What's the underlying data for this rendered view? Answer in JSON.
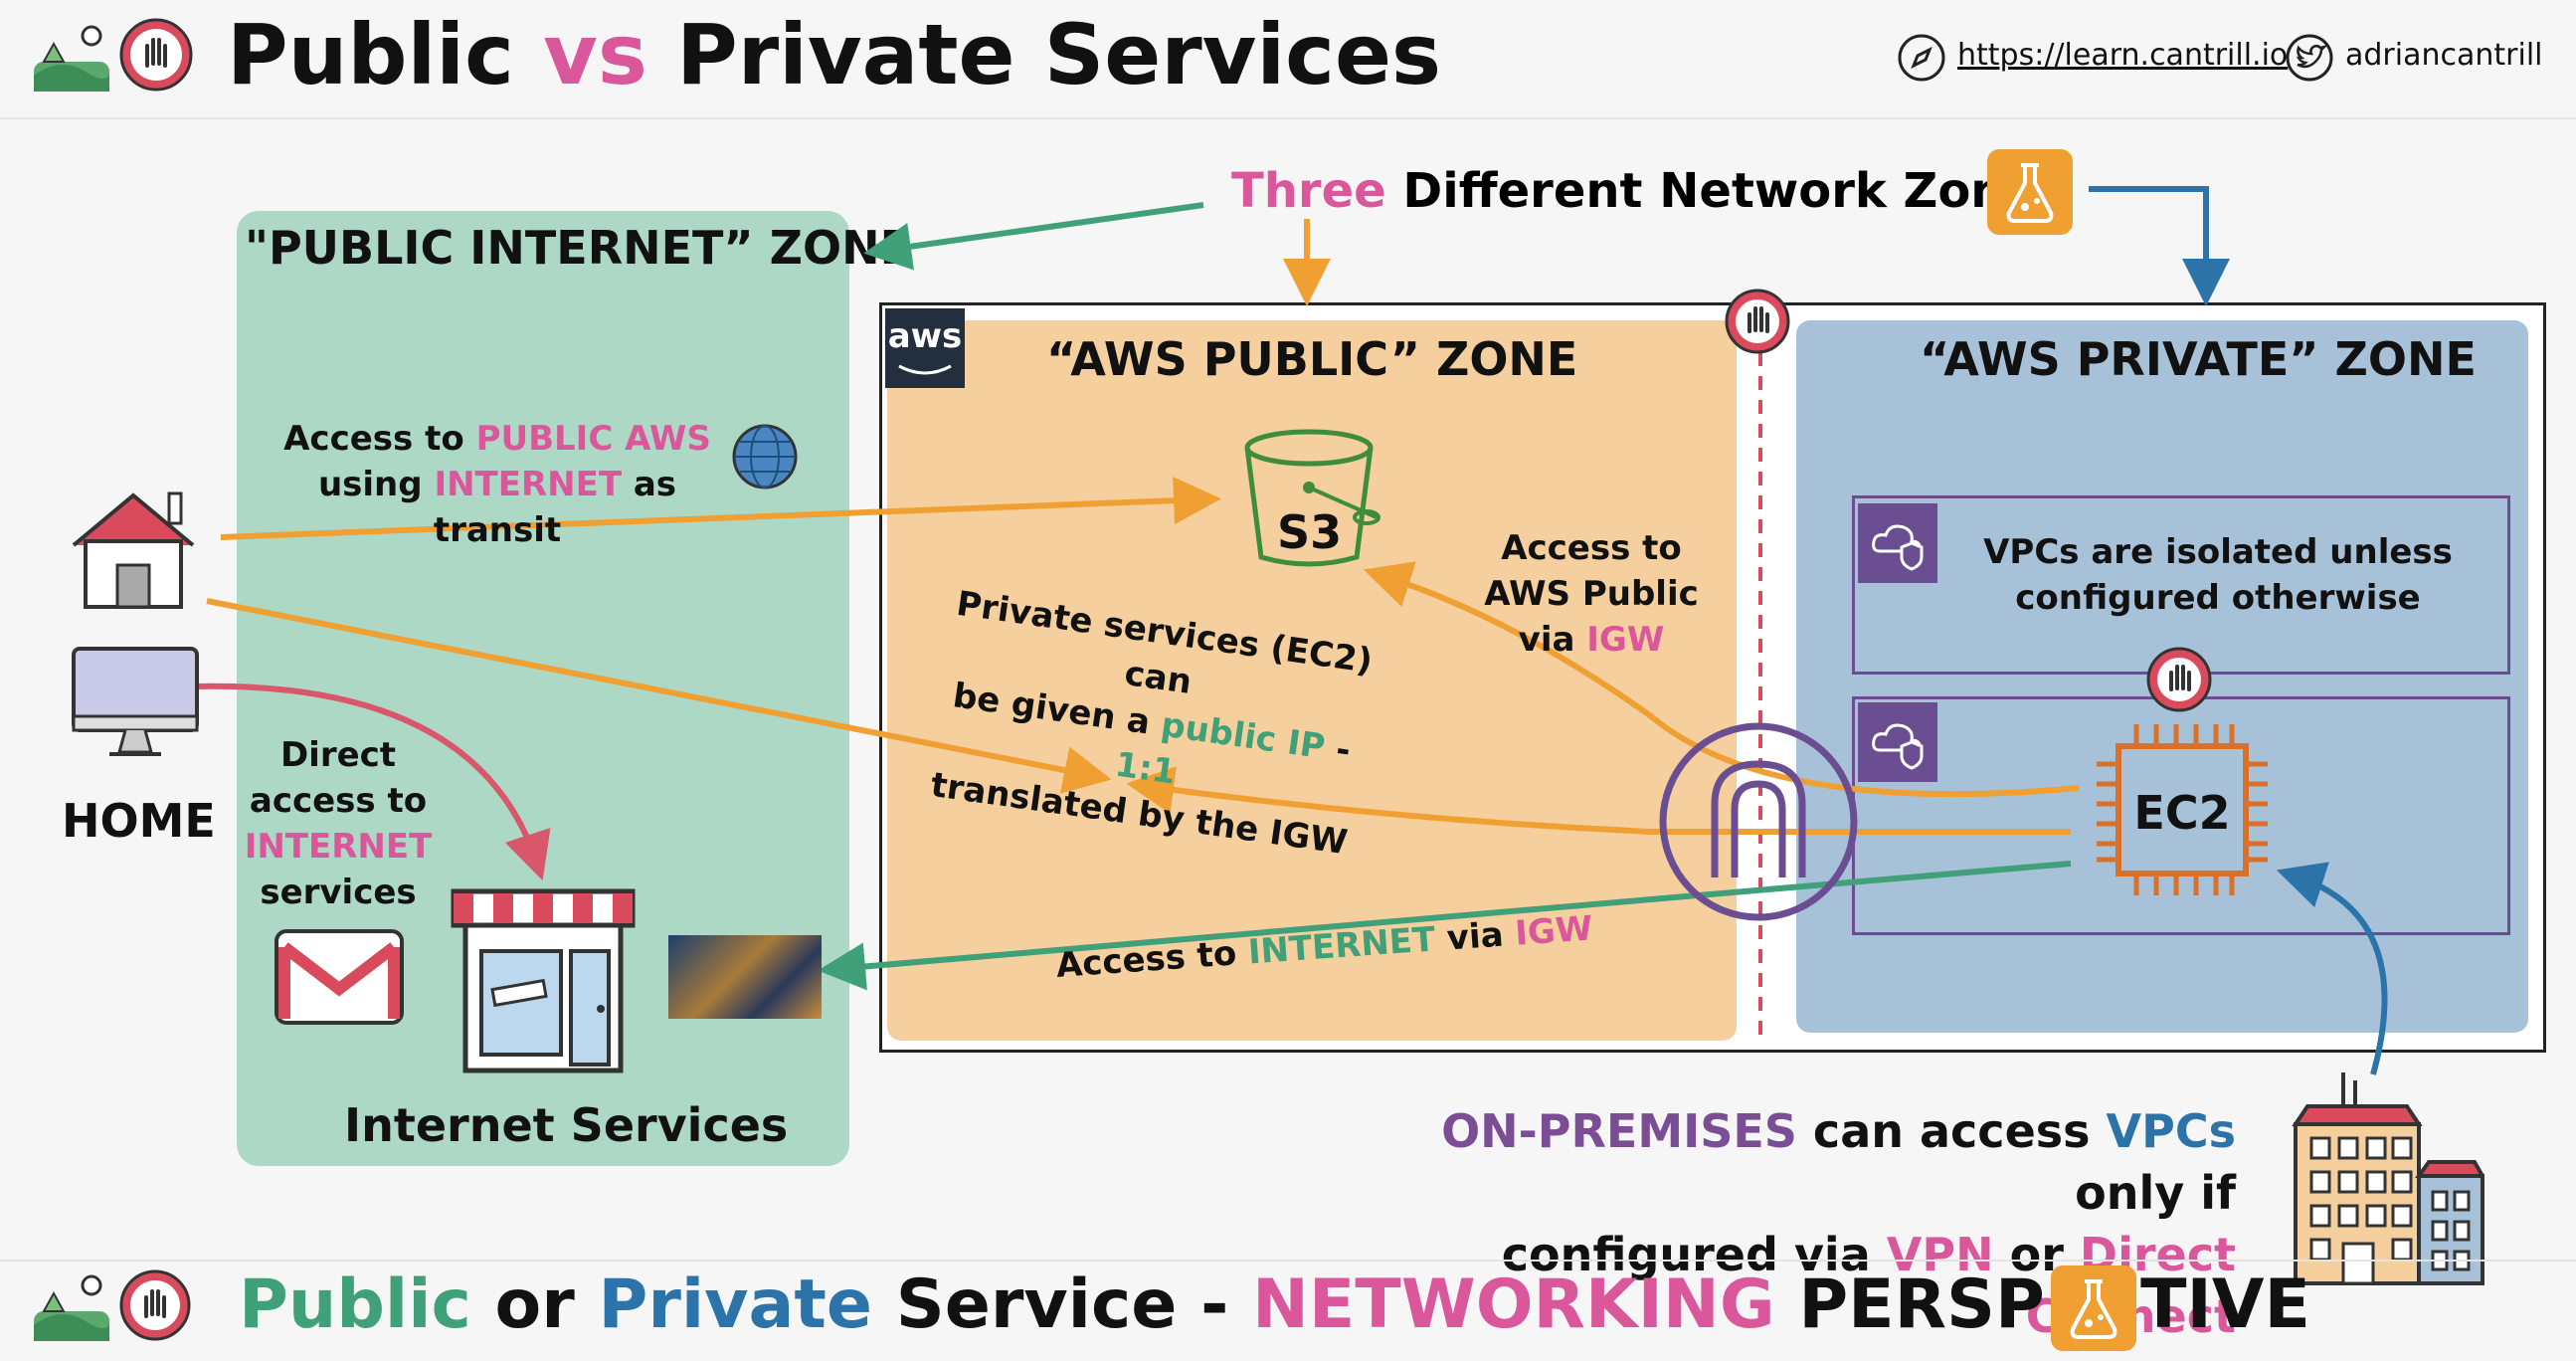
{
  "header": {
    "title_public": "Public",
    "title_vs": "vs",
    "title_private": "Private Services",
    "link_text": "https://learn.cantrill.io",
    "handle": "adriancantrill"
  },
  "zones": {
    "heading_three": "Three",
    "heading_rest": "Different Network Zones",
    "public_internet": "\"PUBLIC INTERNET” ZONE",
    "aws_public": "“AWS PUBLIC” ZONE",
    "aws_private": "“AWS PRIVATE” ZONE"
  },
  "home": {
    "label": "HOME"
  },
  "labels": {
    "access_public_1": "Access to",
    "access_public_2": "PUBLIC AWS",
    "access_public_3": "using",
    "access_public_4": "INTERNET",
    "access_public_5": "as transit",
    "direct_1": "Direct",
    "direct_2": "access to",
    "direct_3": "INTERNET",
    "direct_4": "services",
    "internet_services": "Internet Services",
    "s3": "S3",
    "aws_logo": "aws",
    "private_ec2_1": "Private services (EC2) can",
    "private_ec2_2a": "be given a",
    "private_ec2_2b": "public IP",
    "private_ec2_2c": "-",
    "private_ec2_2d": "1:1",
    "private_ec2_3": "translated by the IGW",
    "access_aws_1": "Access to",
    "access_aws_2": "AWS Public",
    "access_aws_3": "via",
    "access_aws_4": "IGW",
    "access_inet_1": "Access to",
    "access_inet_2": "INTERNET",
    "access_inet_3": "via",
    "access_inet_4": "IGW",
    "vpc_isolated_1": "VPCs are isolated unless",
    "vpc_isolated_2": "configured otherwise",
    "ec2": "EC2"
  },
  "onprem": {
    "w1": "ON-PREMISES",
    "w2": "can access",
    "w3": "VPCs",
    "w4": "only if",
    "w5": "configured via",
    "w6": "VPN",
    "w7": "or",
    "w8": "Direct Connect"
  },
  "footer": {
    "w1": "Public",
    "w2": "or",
    "w3": "Private",
    "w4": "Service -",
    "w5": "NETWORKING",
    "w6": "PERSPECTIVE"
  },
  "colors": {
    "orange": "#f0a033",
    "green": "#3fa079",
    "pink": "#d9579a",
    "blue": "#2b73a8",
    "purple": "#6a4e91",
    "red": "#d94a5c"
  }
}
